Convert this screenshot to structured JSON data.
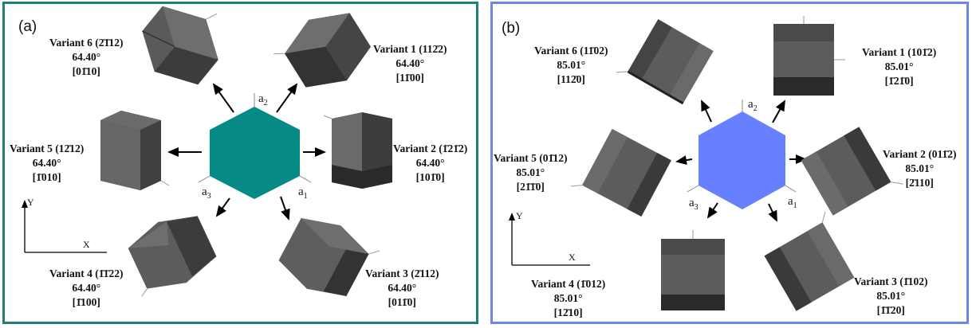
{
  "panels": [
    {
      "tag": "(a)",
      "hex_color": "#058a86",
      "border_color": "#1f7f7c",
      "variants": [
        {
          "name": "Variant 6 (2̄1̄12)",
          "angle": "64.40°",
          "dir": "[01̄10]"
        },
        {
          "name": "Variant 1 (112̄2)",
          "angle": "64.40°",
          "dir": "[11̄00]"
        },
        {
          "name": "Variant 5 (12̄12)",
          "angle": "64.40°",
          "dir": "[1̄010]"
        },
        {
          "name": "Variant 2 (1̄21̄2)",
          "angle": "64.40°",
          "dir": "[101̄0]"
        },
        {
          "name": "Variant 4 (1̄1̄22)",
          "angle": "64.40°",
          "dir": "[1̄100]"
        },
        {
          "name": "Variant 3 (2̄112)",
          "angle": "64.40°",
          "dir": "[011̄0]"
        }
      ],
      "axes": {
        "a1": "a",
        "a2": "a",
        "a3": "a",
        "s1": "1",
        "s2": "2",
        "s3": "3",
        "x": "X",
        "y": "Y"
      }
    },
    {
      "tag": "(b)",
      "hex_color": "#6680ff",
      "border_color": "#6f86e8",
      "variants": [
        {
          "name": "Variant 6 (11̄02)",
          "angle": "85.01°",
          "dir": "[112̄0]"
        },
        {
          "name": "Variant 1 (101̄2)",
          "angle": "85.01°",
          "dir": "[1̄21̄0]"
        },
        {
          "name": "Variant 5 (01̄12)",
          "angle": "85.01°",
          "dir": "[21̄1̄0]"
        },
        {
          "name": "Variant 2 (011̄2)",
          "angle": "85.01°",
          "dir": "[2̄110]"
        },
        {
          "name": "Variant 4 (1̄012)",
          "angle": "85.01°",
          "dir": "[12̄10]"
        },
        {
          "name": "Variant 3 (1̄102)",
          "angle": "85.01°",
          "dir": "[1̄1̄20]"
        }
      ],
      "axes": {
        "a1": "a",
        "a2": "a",
        "a3": "a",
        "s1": "1",
        "s2": "2",
        "s3": "3",
        "x": "X",
        "y": "Y"
      }
    }
  ],
  "colors": {
    "crystal_dark": "#3a3a3a",
    "crystal_mid": "#5a5a5a",
    "crystal_light": "#727272",
    "arrow": "#000000"
  }
}
